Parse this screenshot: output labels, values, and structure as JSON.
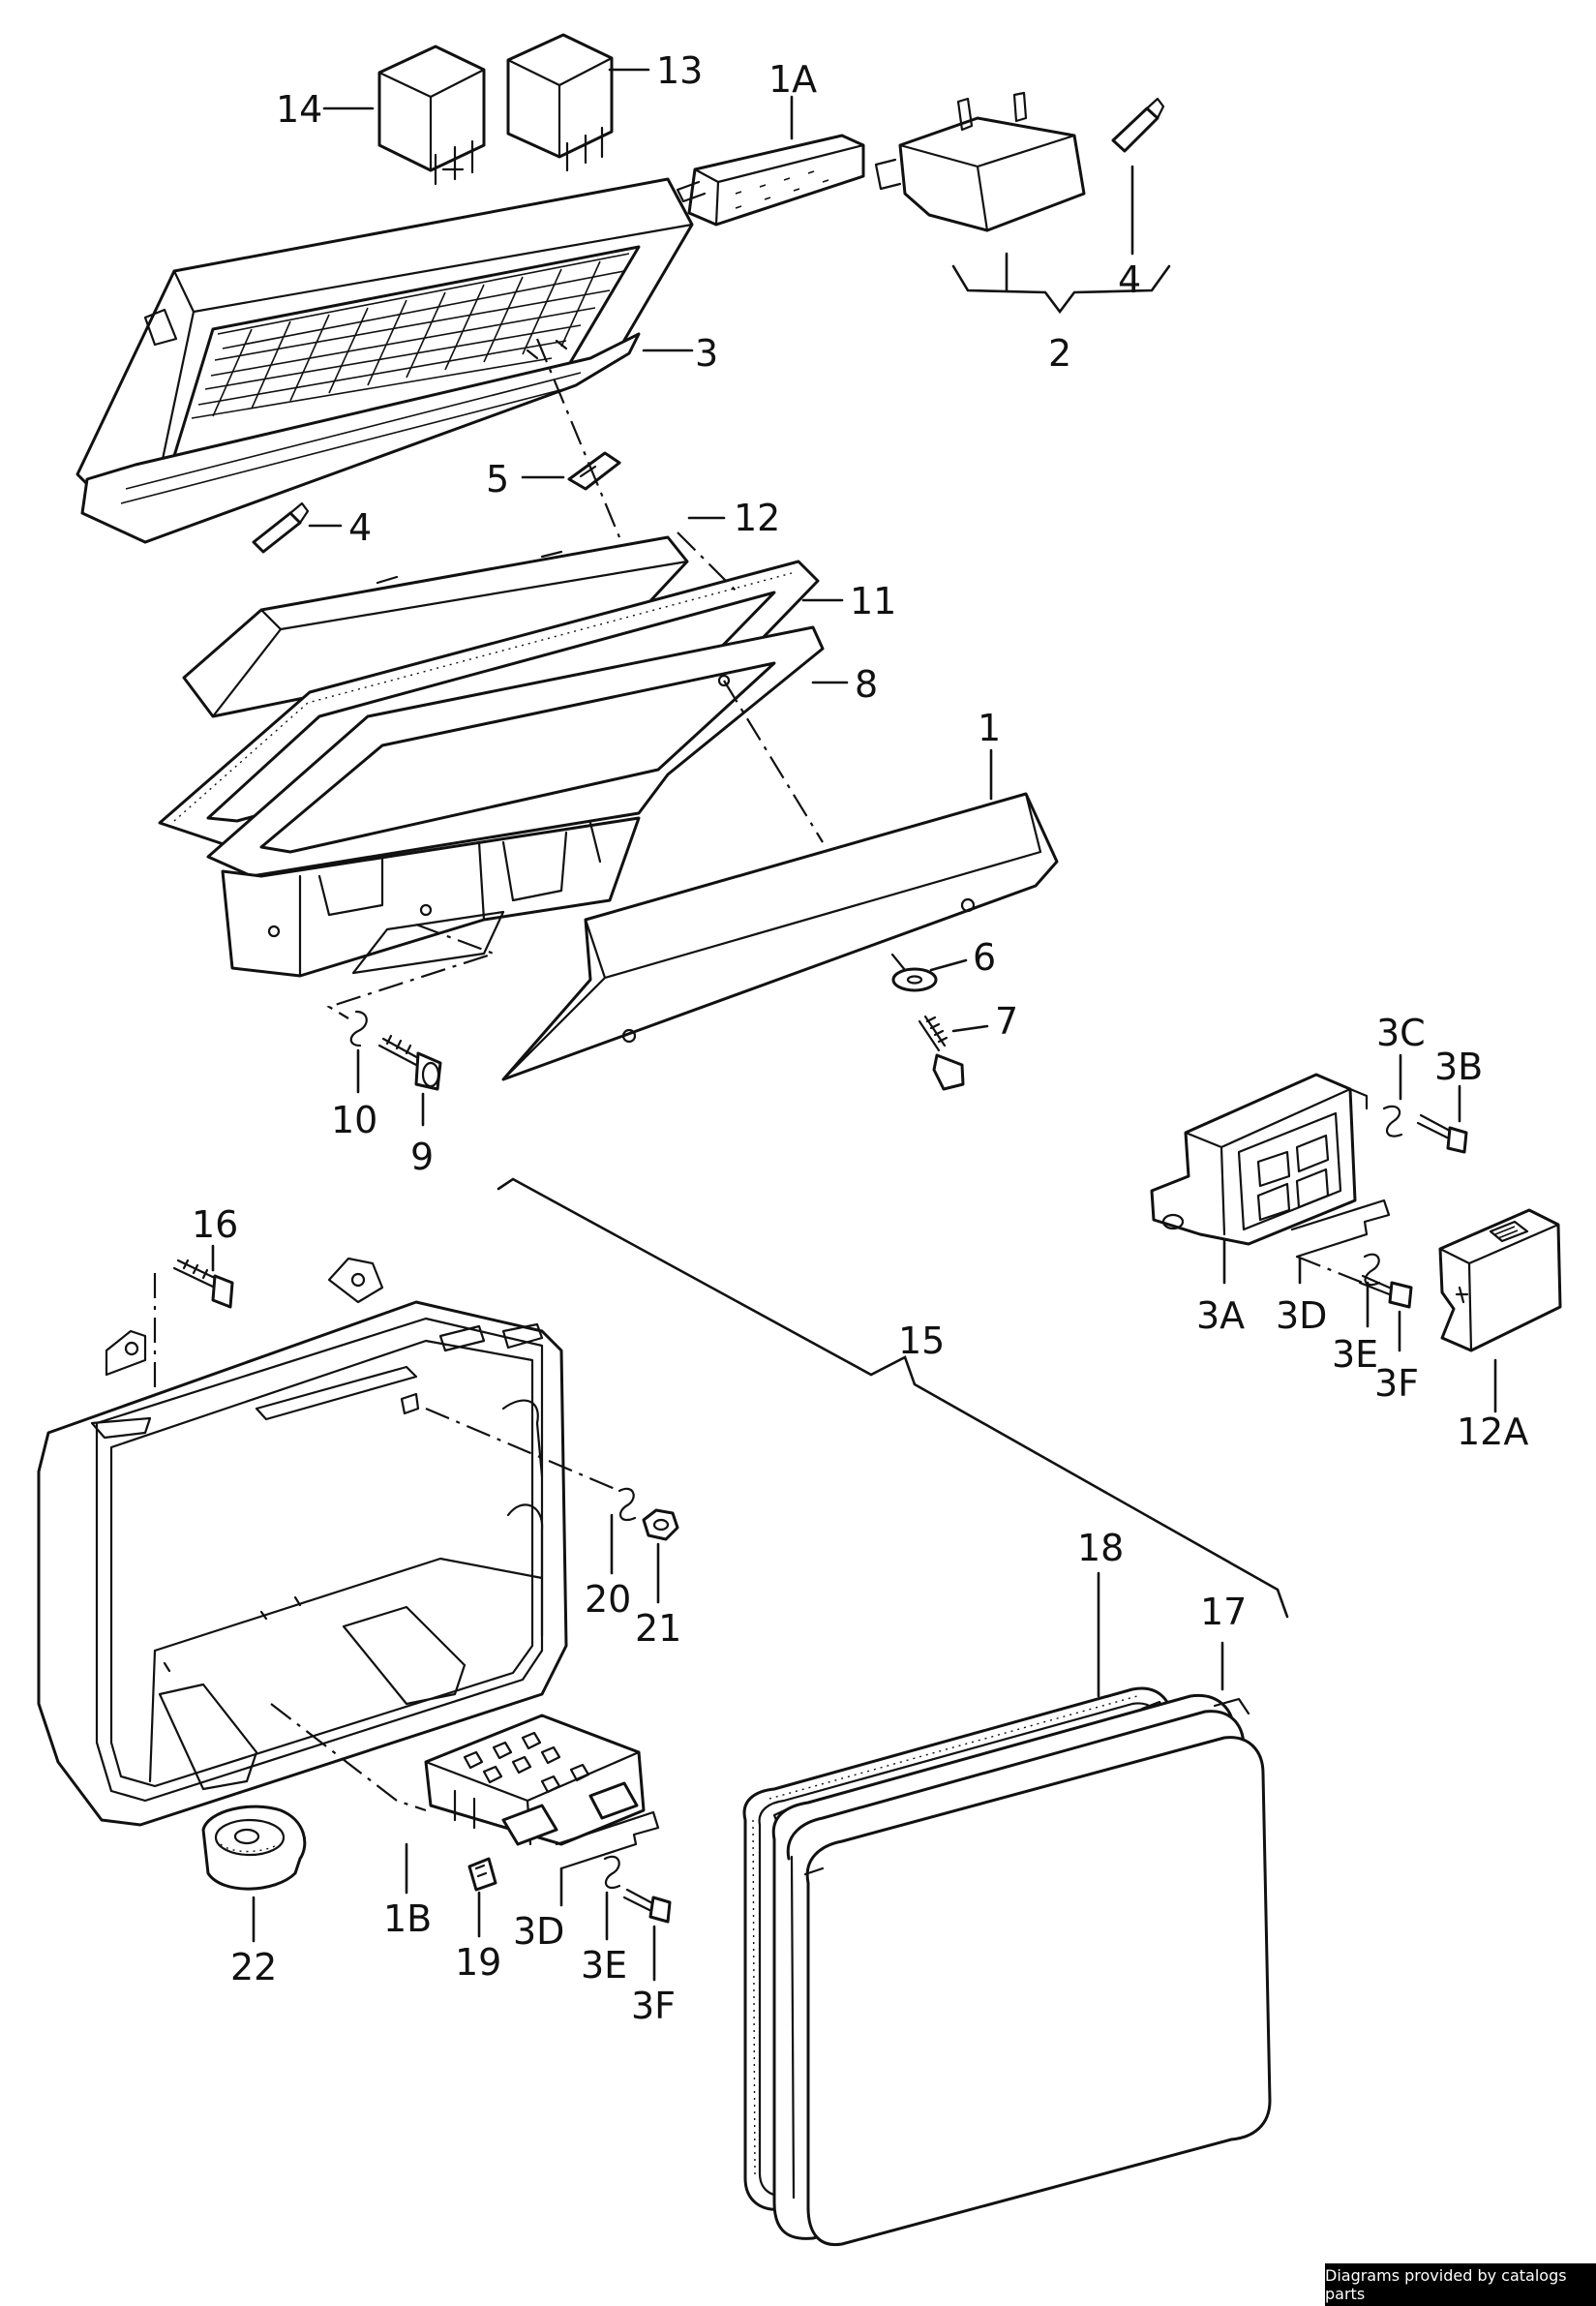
{
  "callouts": {
    "c14": "14",
    "c13": "13",
    "c1A": "1A",
    "c2": "2",
    "c4top": "4",
    "c3": "3",
    "c5": "5",
    "c4mid": "4",
    "c12": "12",
    "c11": "11",
    "c8": "8",
    "c1": "1",
    "c6": "6",
    "c7": "7",
    "c10": "10",
    "c9": "9",
    "c3C": "3C",
    "c3B": "3B",
    "c3A": "3A",
    "c3D": "3D",
    "c3E": "3E",
    "c3F": "3F",
    "c12A": "12A",
    "c16": "16",
    "c15": "15",
    "c20": "20",
    "c21": "21",
    "c18": "18",
    "c17": "17",
    "c22": "22",
    "c1B": "1B",
    "c19": "19",
    "c3Dlow": "3D",
    "c3Elow": "3E",
    "c3Flow": "3F"
  },
  "credit": "Diagrams provided by catalogs parts"
}
